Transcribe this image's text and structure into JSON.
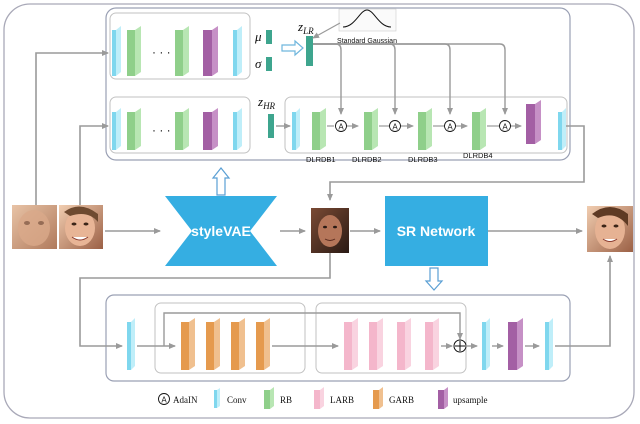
{
  "encoder_top": {
    "mu": "μ",
    "sigma": "σ",
    "z_lr": "z",
    "z_lr_sub": "LR",
    "gaussian": "Standard Gaussian"
  },
  "encoder_bottom": {
    "z_hr": "z",
    "z_hr_sub": "HR"
  },
  "dlrdb": [
    "DLRDB1",
    "DLRDB2",
    "DLRDB3",
    "DLRDB4"
  ],
  "adain_symbol": "A",
  "style_vae": "styleVAE",
  "sr_network": "SR Network",
  "legend": [
    {
      "key": "adain",
      "label": "AdaIN"
    },
    {
      "key": "conv",
      "label": "Conv"
    },
    {
      "key": "rb",
      "label": "RB"
    },
    {
      "key": "larb",
      "label": "LARB"
    },
    {
      "key": "garb",
      "label": "GARB"
    },
    {
      "key": "upsample",
      "label": "upsample"
    }
  ],
  "colors": {
    "conv": "#7fd7ee",
    "rb": "#8fcf8a",
    "larb": "#f4b6cb",
    "garb": "#e59a4e",
    "upsample": "#a35fa4",
    "teal": "#3ea58e",
    "main_block": "#35aee2",
    "arrow": "#9a9a9a",
    "frame": "#a9a9b8"
  },
  "icons": {
    "down_arrow": "hollow-down-arrow-icon",
    "up_arrow": "hollow-up-arrow-icon",
    "sum": "circled-plus-icon"
  }
}
